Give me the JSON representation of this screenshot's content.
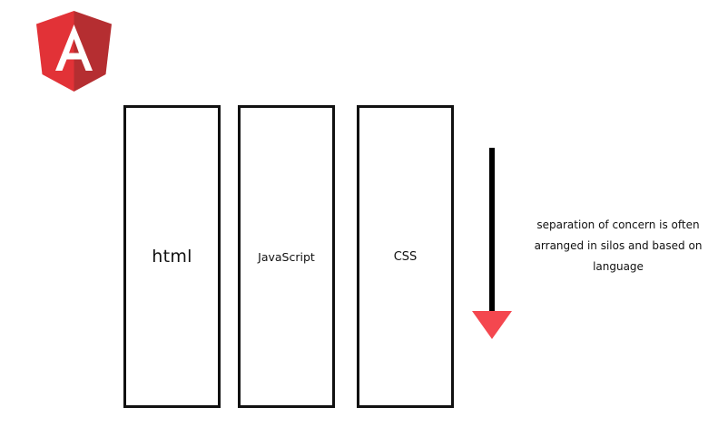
{
  "logo": {
    "letter": "A",
    "colors": {
      "left": "#e23237",
      "right": "#b52e31",
      "letter": "#ffffff"
    }
  },
  "silos": [
    {
      "label": "html"
    },
    {
      "label": "JavaScript"
    },
    {
      "label": "CSS"
    }
  ],
  "arrow": {
    "shaft_color": "#000000",
    "head_color": "#f4474f"
  },
  "caption": "separation of concern is often arranged in silos and based on language"
}
